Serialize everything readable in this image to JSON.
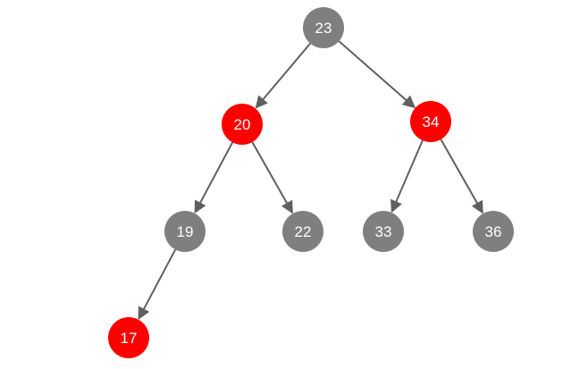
{
  "colors": {
    "black_node": "#7f7f7f",
    "red_node": "#ff0000",
    "edge": "#5f5f5f",
    "label": "#ffffff",
    "background": "#ffffff"
  },
  "tree": {
    "nodes": [
      {
        "id": "n23",
        "value": "23",
        "color": "black"
      },
      {
        "id": "n20",
        "value": "20",
        "color": "red"
      },
      {
        "id": "n34",
        "value": "34",
        "color": "red"
      },
      {
        "id": "n19",
        "value": "19",
        "color": "black"
      },
      {
        "id": "n22",
        "value": "22",
        "color": "black"
      },
      {
        "id": "n33",
        "value": "33",
        "color": "black"
      },
      {
        "id": "n36",
        "value": "36",
        "color": "black"
      },
      {
        "id": "n17",
        "value": "17",
        "color": "red"
      }
    ],
    "edges": [
      {
        "from": "n23",
        "to": "n20"
      },
      {
        "from": "n23",
        "to": "n34"
      },
      {
        "from": "n20",
        "to": "n19"
      },
      {
        "from": "n20",
        "to": "n22"
      },
      {
        "from": "n34",
        "to": "n33"
      },
      {
        "from": "n34",
        "to": "n36"
      },
      {
        "from": "n19",
        "to": "n17"
      }
    ]
  }
}
